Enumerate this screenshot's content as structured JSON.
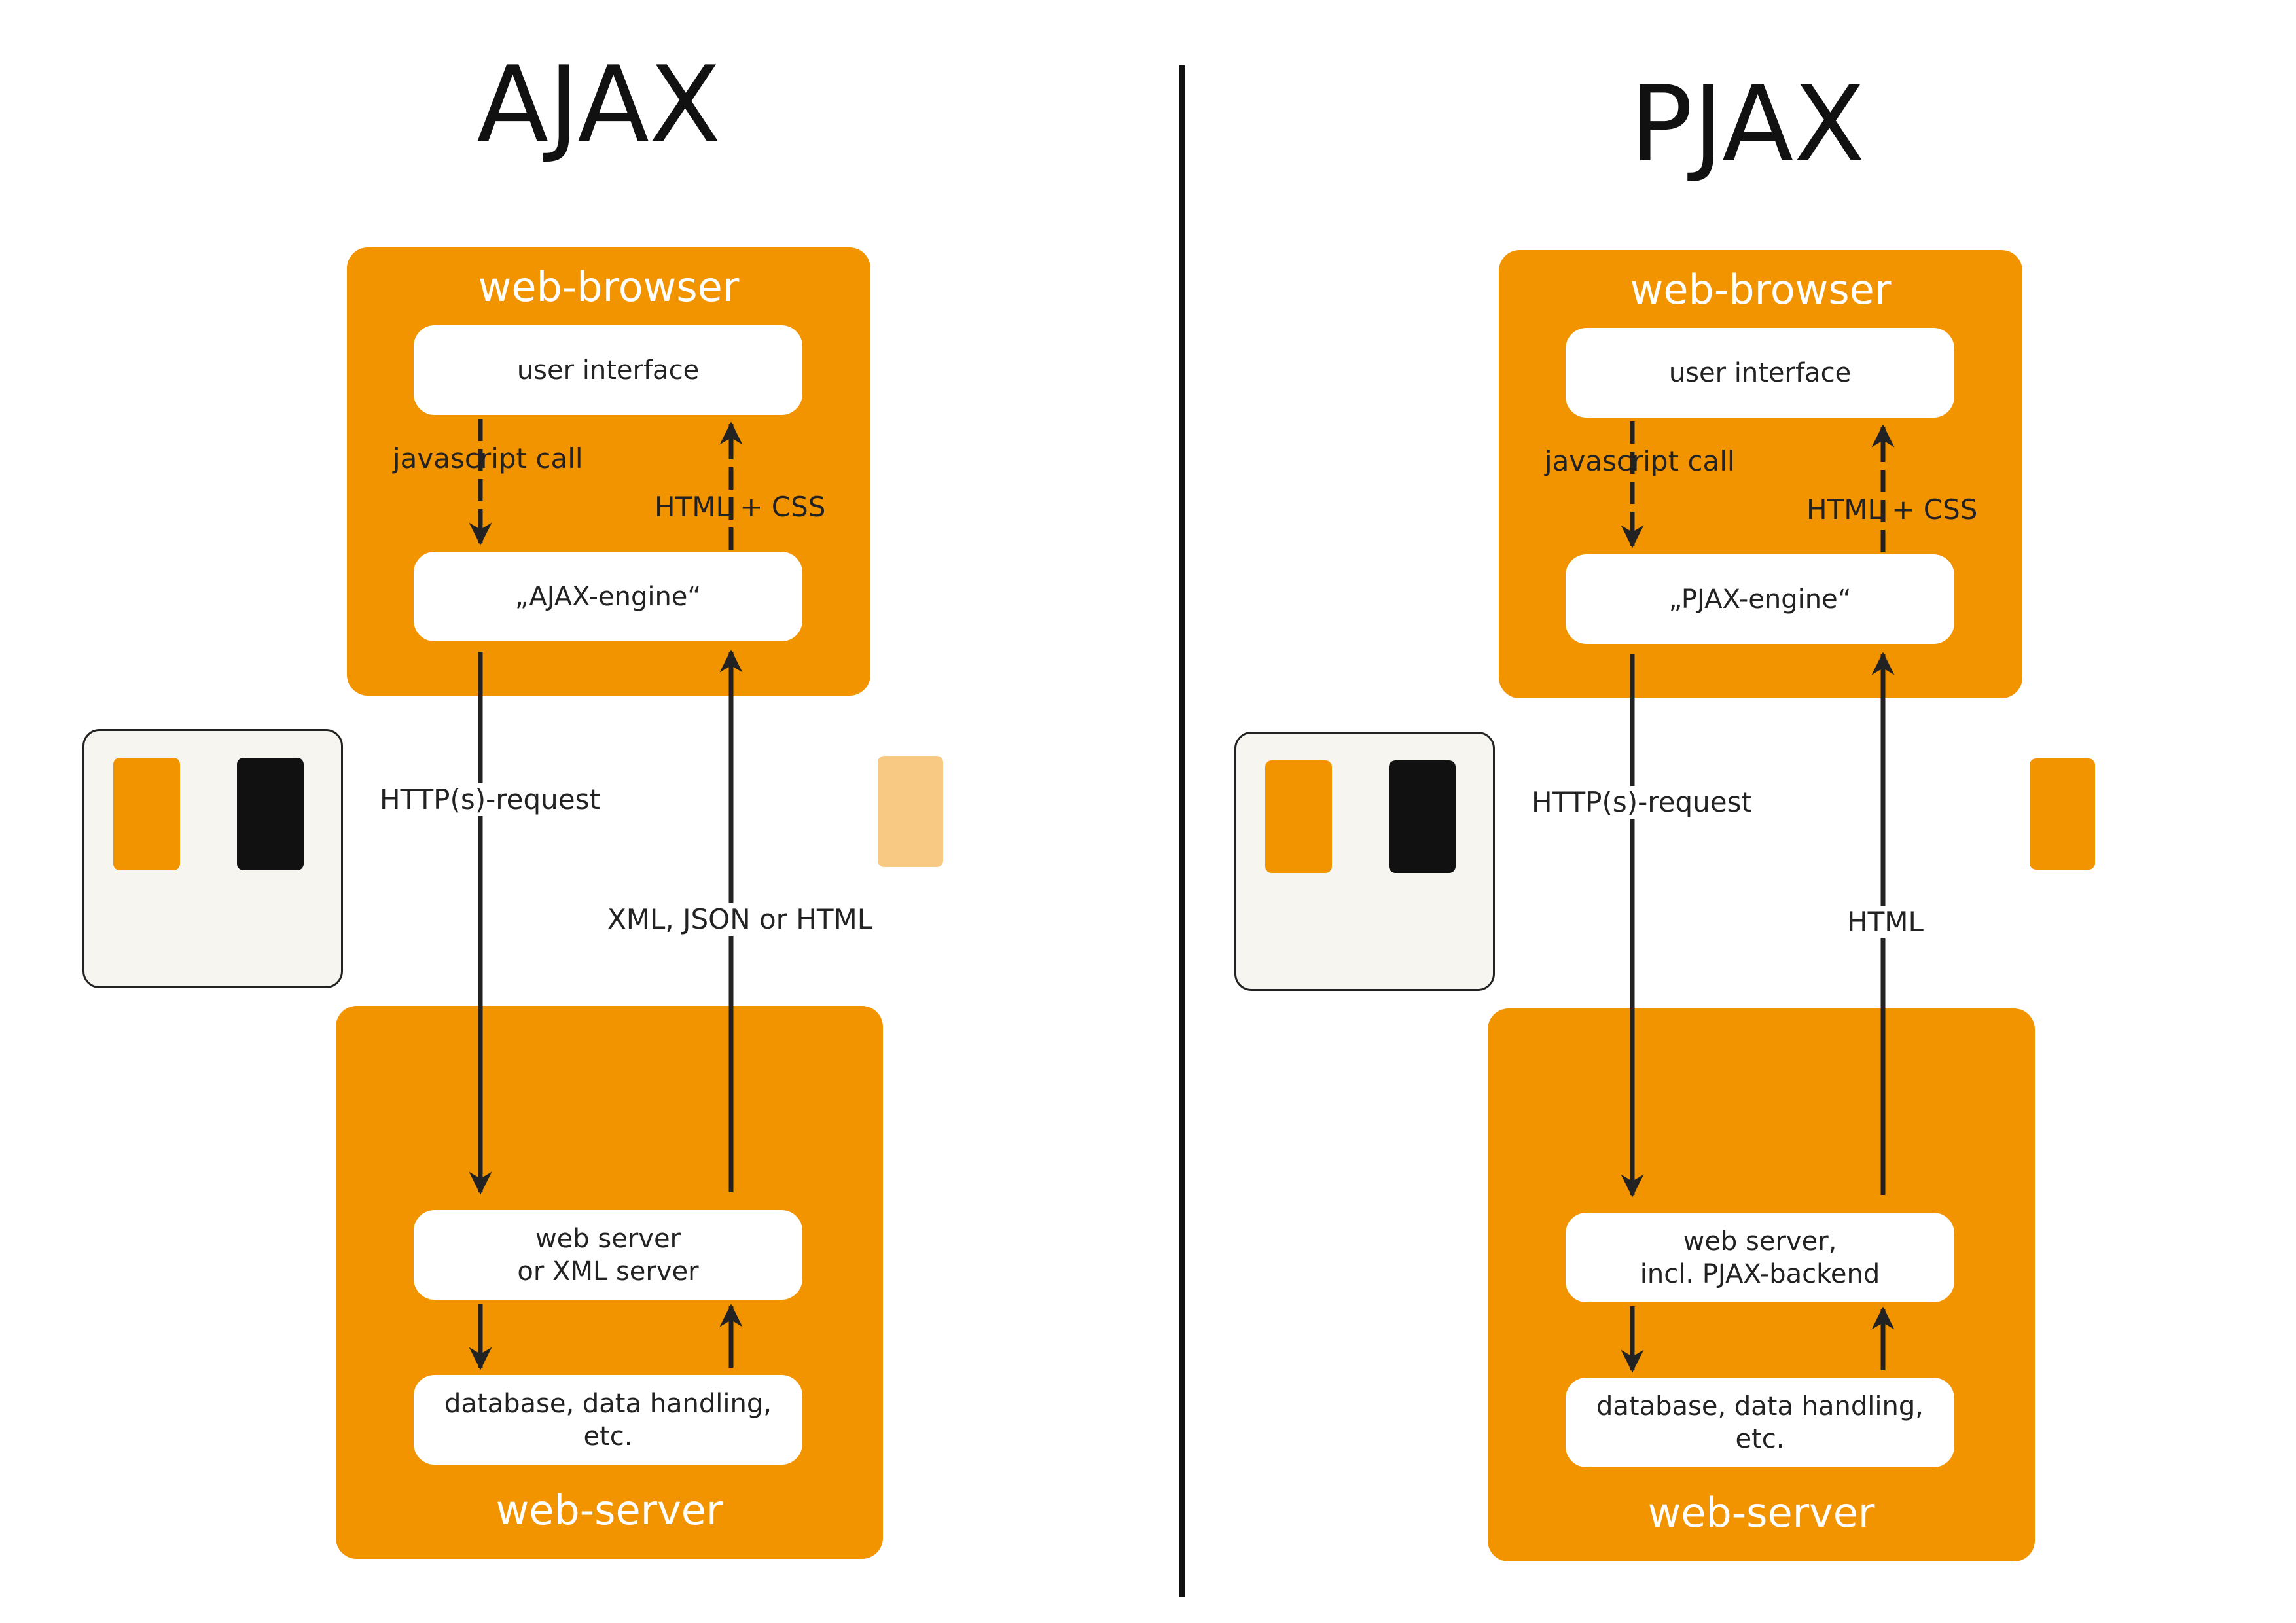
{
  "colors": {
    "accent": "#F29400",
    "accent_light": "#F7C983",
    "dark": "#111111",
    "panel_text": "#FFFFFF",
    "legend_bg": "#F6F5F0"
  },
  "ajax": {
    "title": "AJAX",
    "browser_title": "web-browser",
    "user_interface": "user interface",
    "engine": "„AJAX-engine“",
    "javascript_call": "javascript call",
    "html_css": "HTML + CSS",
    "http_request": "HTTP(s)-request",
    "response": "XML, JSON or HTML",
    "web_server_box": "web server\nor XML server",
    "database": "database, data handling,\netc.",
    "server_title": "web-server"
  },
  "pjax": {
    "title": "PJAX",
    "browser_title": "web-browser",
    "user_interface": "user interface",
    "engine": "„PJAX-engine“",
    "javascript_call": "javascript call",
    "html_css": "HTML + CSS",
    "http_request": "HTTP(s)-request",
    "response": "HTML",
    "web_server_box": "web server,\nincl. PJAX-backend",
    "database": "database, data handling,\netc.",
    "server_title": "web-server"
  }
}
